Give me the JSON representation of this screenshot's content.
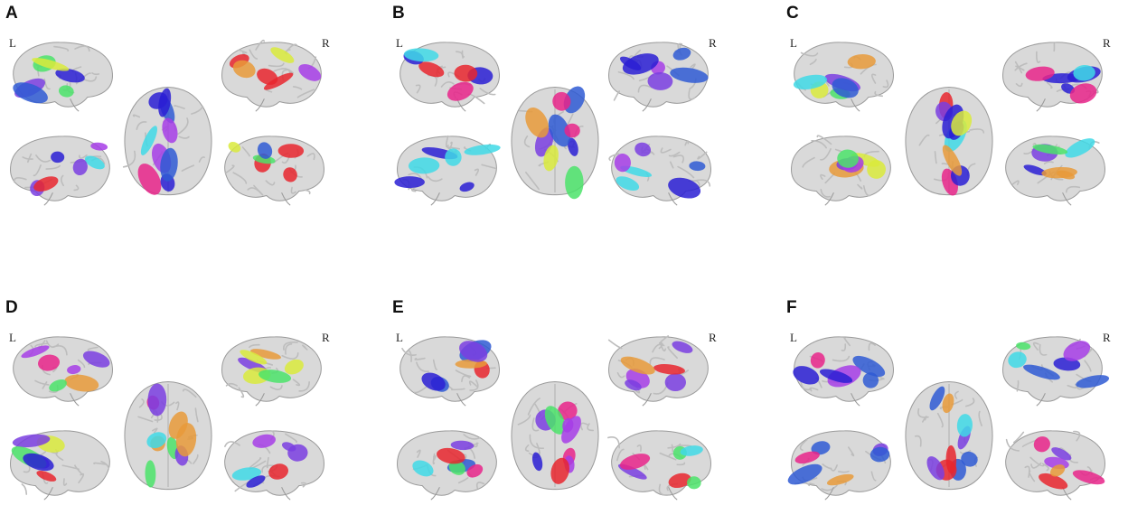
{
  "panels": [
    {
      "letter": "A",
      "left_label": "L",
      "right_label": "R"
    },
    {
      "letter": "B",
      "left_label": "L",
      "right_label": "R"
    },
    {
      "letter": "C",
      "left_label": "L",
      "right_label": "R"
    },
    {
      "letter": "D",
      "left_label": "L",
      "right_label": "R"
    },
    {
      "letter": "E",
      "left_label": "L",
      "right_label": "R"
    },
    {
      "letter": "F",
      "left_label": "L",
      "right_label": "R"
    }
  ],
  "palette": {
    "brain_fill": "#d9d9d9",
    "brain_stroke": "#9a9a9a",
    "gyri": "#bdbdbd",
    "blue": "#2f5bd3",
    "cyan": "#3fd9e6",
    "magenta": "#e8258a",
    "purple": "#a63de6",
    "yellow": "#d9ea3c",
    "green": "#4be36a",
    "orange": "#e79a3a",
    "red": "#e8262e",
    "navy": "#2a1fd4",
    "violet": "#7a3ee0"
  }
}
